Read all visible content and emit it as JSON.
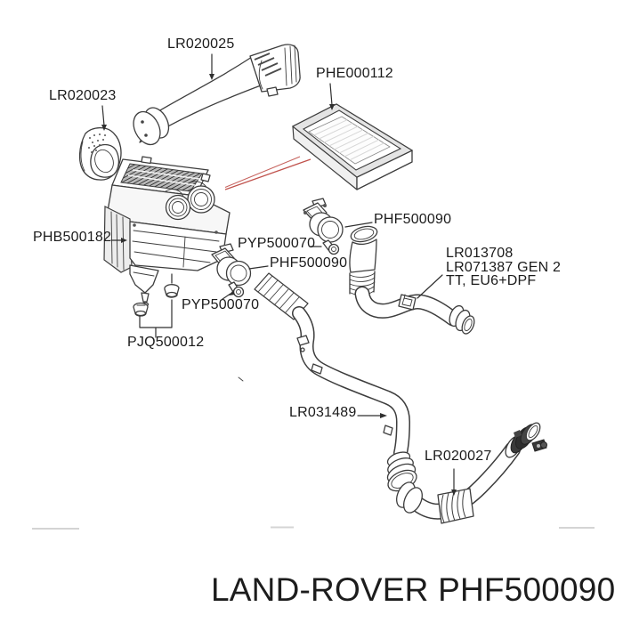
{
  "diagram": {
    "title": "LAND-ROVER PHF500090",
    "callouts": {
      "lr020025": "LR020025",
      "lr020023": "LR020023",
      "phe000112": "PHE000112",
      "phf500090_right": "PHF500090",
      "phb500182": "PHB500182",
      "pyp500070_upper": "PYP500070",
      "phf500090_left": "PHF500090",
      "lr013708_line1": "LR013708",
      "lr013708_line2": "LR071387 GEN 2",
      "lr013708_line3": "TT, EU6+DPF",
      "pyp500070_lower": "PYP500070",
      "pjq500012": "PJQ500012",
      "lr031489": "LR031489",
      "lr020027": "LR020027"
    },
    "colors": {
      "line_art": "#3d3d3d",
      "label_text": "#1b1b1b",
      "highlight_red": "#c0524c",
      "background": "#ffffff"
    }
  }
}
